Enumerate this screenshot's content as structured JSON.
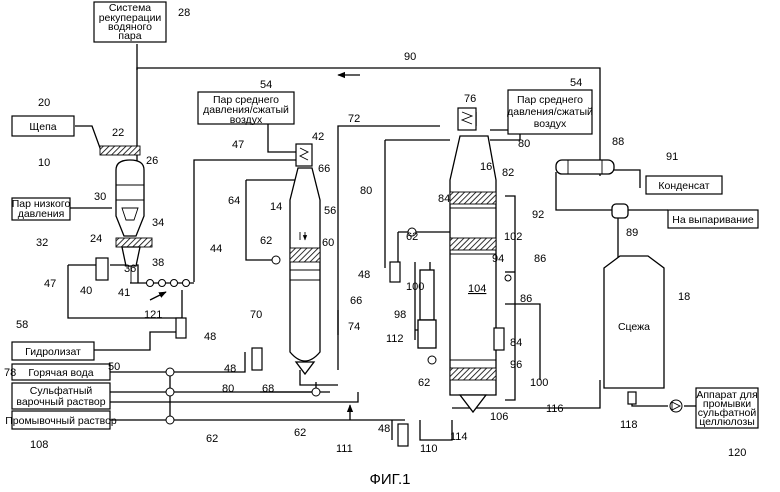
{
  "boxes": {
    "steam_recovery": [
      "Система",
      "рекуперации",
      "водяного",
      "пара"
    ],
    "chips": "Щепа",
    "low_pressure_steam": [
      "Пар низкого",
      "давления"
    ],
    "medium_pressure_steam_1": [
      "Пар среднего",
      "давления/сжатый",
      "воздух"
    ],
    "medium_pressure_steam_2": [
      "Пар среднего",
      "давления/сжатый",
      "воздух"
    ],
    "condensate": "Конденсат",
    "evaporation": "На выпаривание",
    "hydrolysate": "Гидролизат",
    "hot_water": "Горячая вода",
    "sulfate_cooking_liquor": [
      "Сульфатный",
      "варочный раствор"
    ],
    "wash_liquor": "Промывочный раствор",
    "pulp_washer": [
      "Аппарат для",
      "промывки",
      "сульфатной",
      "целлюлозы"
    ],
    "tank_label": "Сцежа",
    "tank_104": "104"
  },
  "labels": {
    "n10": "10",
    "n14": "14",
    "n16": "16",
    "n18": "18",
    "n20": "20",
    "n22": "22",
    "n24": "24",
    "n26": "26",
    "n28": "28",
    "n30": "30",
    "n32": "32",
    "n34": "34",
    "n36": "36",
    "n38": "38",
    "n40": "40",
    "n41": "41",
    "n42": "42",
    "n44": "44",
    "n47a": "47",
    "n47b": "47",
    "n48a": "48",
    "n48b": "48",
    "n48c": "48",
    "n48d": "48",
    "n50": "50",
    "n54a": "54",
    "n54b": "54",
    "n56": "56",
    "n58": "58",
    "n60": "60",
    "n62a": "62",
    "n62b": "62",
    "n62c": "62",
    "n62d": "62",
    "n62e": "62",
    "n64": "64",
    "n66a": "66",
    "n66b": "66",
    "n68": "68",
    "n70": "70",
    "n72": "72",
    "n74": "74",
    "n76": "76",
    "n78": "78",
    "n80a": "80",
    "n80b": "80",
    "n80c": "80",
    "n82": "82",
    "n84a": "84",
    "n84b": "84",
    "n86a": "86",
    "n86b": "86",
    "n88": "88",
    "n89": "89",
    "n90": "90",
    "n91": "91",
    "n92": "92",
    "n94": "94",
    "n96": "96",
    "n98": "98",
    "n100a": "100",
    "n100b": "100",
    "n102": "102",
    "n106": "106",
    "n108": "108",
    "n110": "110",
    "n111": "111",
    "n112": "112",
    "n114": "114",
    "n116": "116",
    "n118": "118",
    "n120": "120",
    "n121": "121"
  },
  "caption": "ФИГ.1"
}
